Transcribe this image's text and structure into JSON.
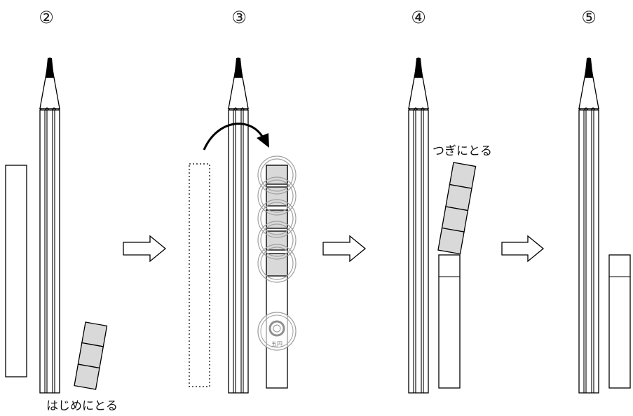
{
  "steps": [
    {
      "number": "②"
    },
    {
      "number": "③"
    },
    {
      "number": "④"
    },
    {
      "number": "⑤"
    }
  ],
  "labels": {
    "first_take": "はじめにとる",
    "next_take": "つぎにとる"
  },
  "coin": {
    "face_text": "五円"
  },
  "colors": {
    "stroke": "#000000",
    "block_fill": "#d9d9d9",
    "coin_outline": "#a0a0a0"
  },
  "icons": {
    "arrow": "right-outline-arrow",
    "curved_arrow": "curved-move-arrow",
    "pencil": "pencil-icon",
    "coin": "five-yen-coin-icon"
  }
}
